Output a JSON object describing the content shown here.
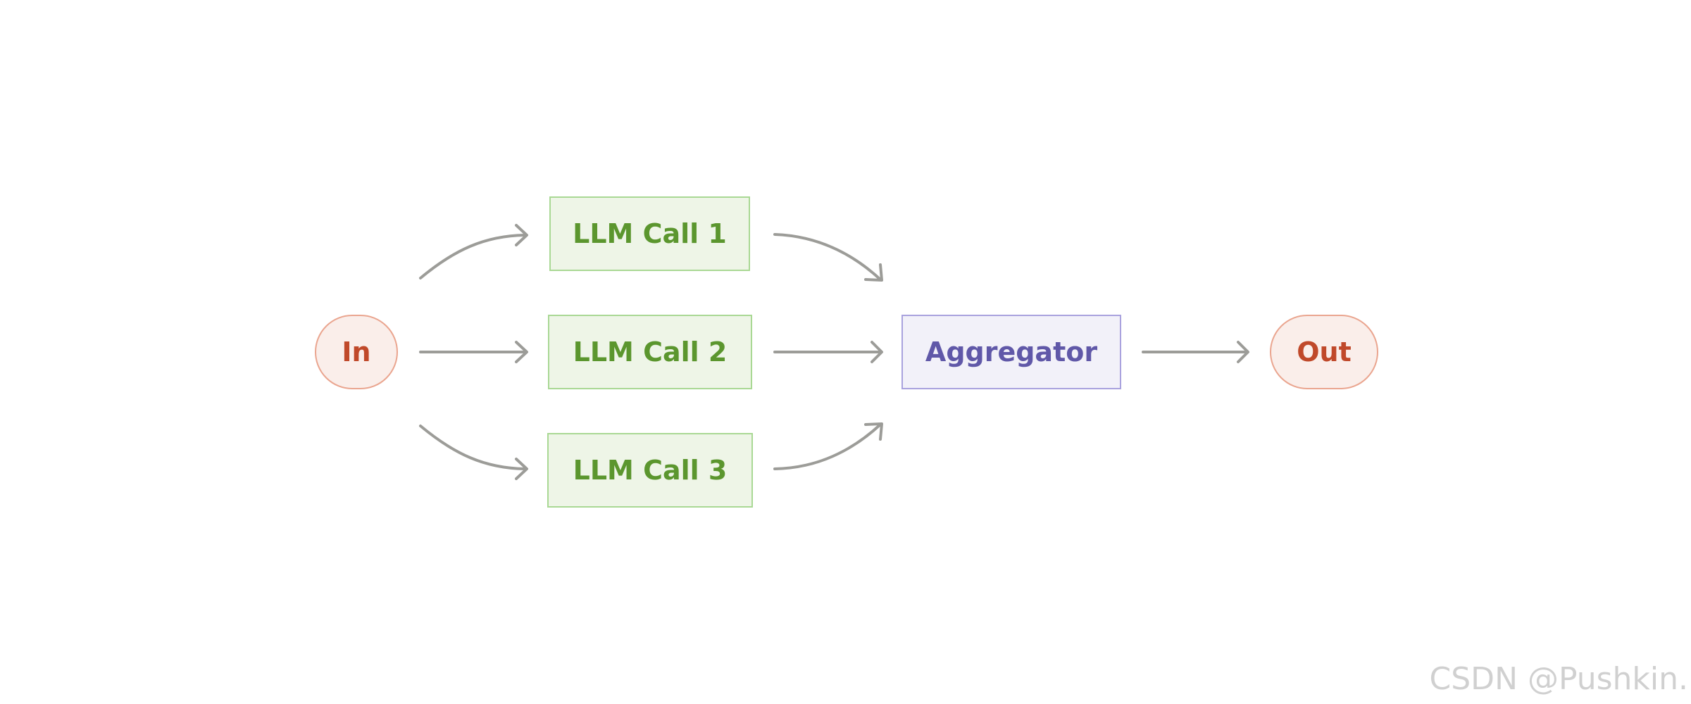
{
  "colors": {
    "background": "#ffffff",
    "arrow": "#9c9c98",
    "terminal_fill": "#faeeea",
    "terminal_border": "#eaa58f",
    "terminal_text": "#c0492a",
    "llm_fill": "#eef5e7",
    "llm_border": "#a9d894",
    "llm_text": "#5b962e",
    "aggregator_fill": "#f2f1f9",
    "aggregator_border": "#a9a2de",
    "aggregator_text": "#6058a8"
  },
  "nodes": {
    "input": {
      "label": "In"
    },
    "llm_calls": [
      {
        "label": "LLM Call 1"
      },
      {
        "label": "LLM Call 2"
      },
      {
        "label": "LLM Call 3"
      }
    ],
    "aggregator": {
      "label": "Aggregator"
    },
    "output": {
      "label": "Out"
    }
  },
  "edges": [
    {
      "from": "In",
      "to": "LLM Call 1"
    },
    {
      "from": "In",
      "to": "LLM Call 2"
    },
    {
      "from": "In",
      "to": "LLM Call 3"
    },
    {
      "from": "LLM Call 1",
      "to": "Aggregator"
    },
    {
      "from": "LLM Call 2",
      "to": "Aggregator"
    },
    {
      "from": "LLM Call 3",
      "to": "Aggregator"
    },
    {
      "from": "Aggregator",
      "to": "Out"
    }
  ],
  "watermark": "CSDN @Pushkin."
}
